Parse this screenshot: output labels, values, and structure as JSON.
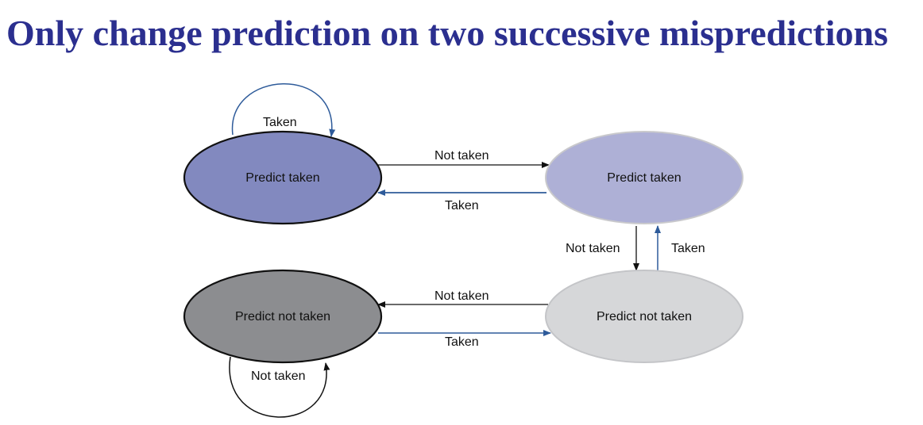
{
  "title": "Only change prediction on two successive mispredictions",
  "colors": {
    "title": "#2b2f8f",
    "state_strong_taken": "#8289bf",
    "state_weak_taken": "#aeb0d6",
    "state_strong_not_taken": "#8c8d90",
    "state_weak_not_taken": "#d6d7d9",
    "arrow_black": "#111111",
    "arrow_blue": "#2e5b9a"
  },
  "states": {
    "strong_taken": "Predict taken",
    "weak_taken": "Predict taken",
    "strong_not_taken": "Predict not taken",
    "weak_not_taken": "Predict not taken"
  },
  "transitions": {
    "strong_taken_self": "Taken",
    "strong_taken_to_weak_taken": "Not taken",
    "weak_taken_to_strong_taken": "Taken",
    "weak_taken_to_weak_not_taken": "Not taken",
    "weak_not_taken_to_weak_taken": "Taken",
    "weak_not_taken_to_strong_not_taken": "Not taken",
    "strong_not_taken_to_weak_not_taken": "Taken",
    "strong_not_taken_self": "Not taken"
  }
}
